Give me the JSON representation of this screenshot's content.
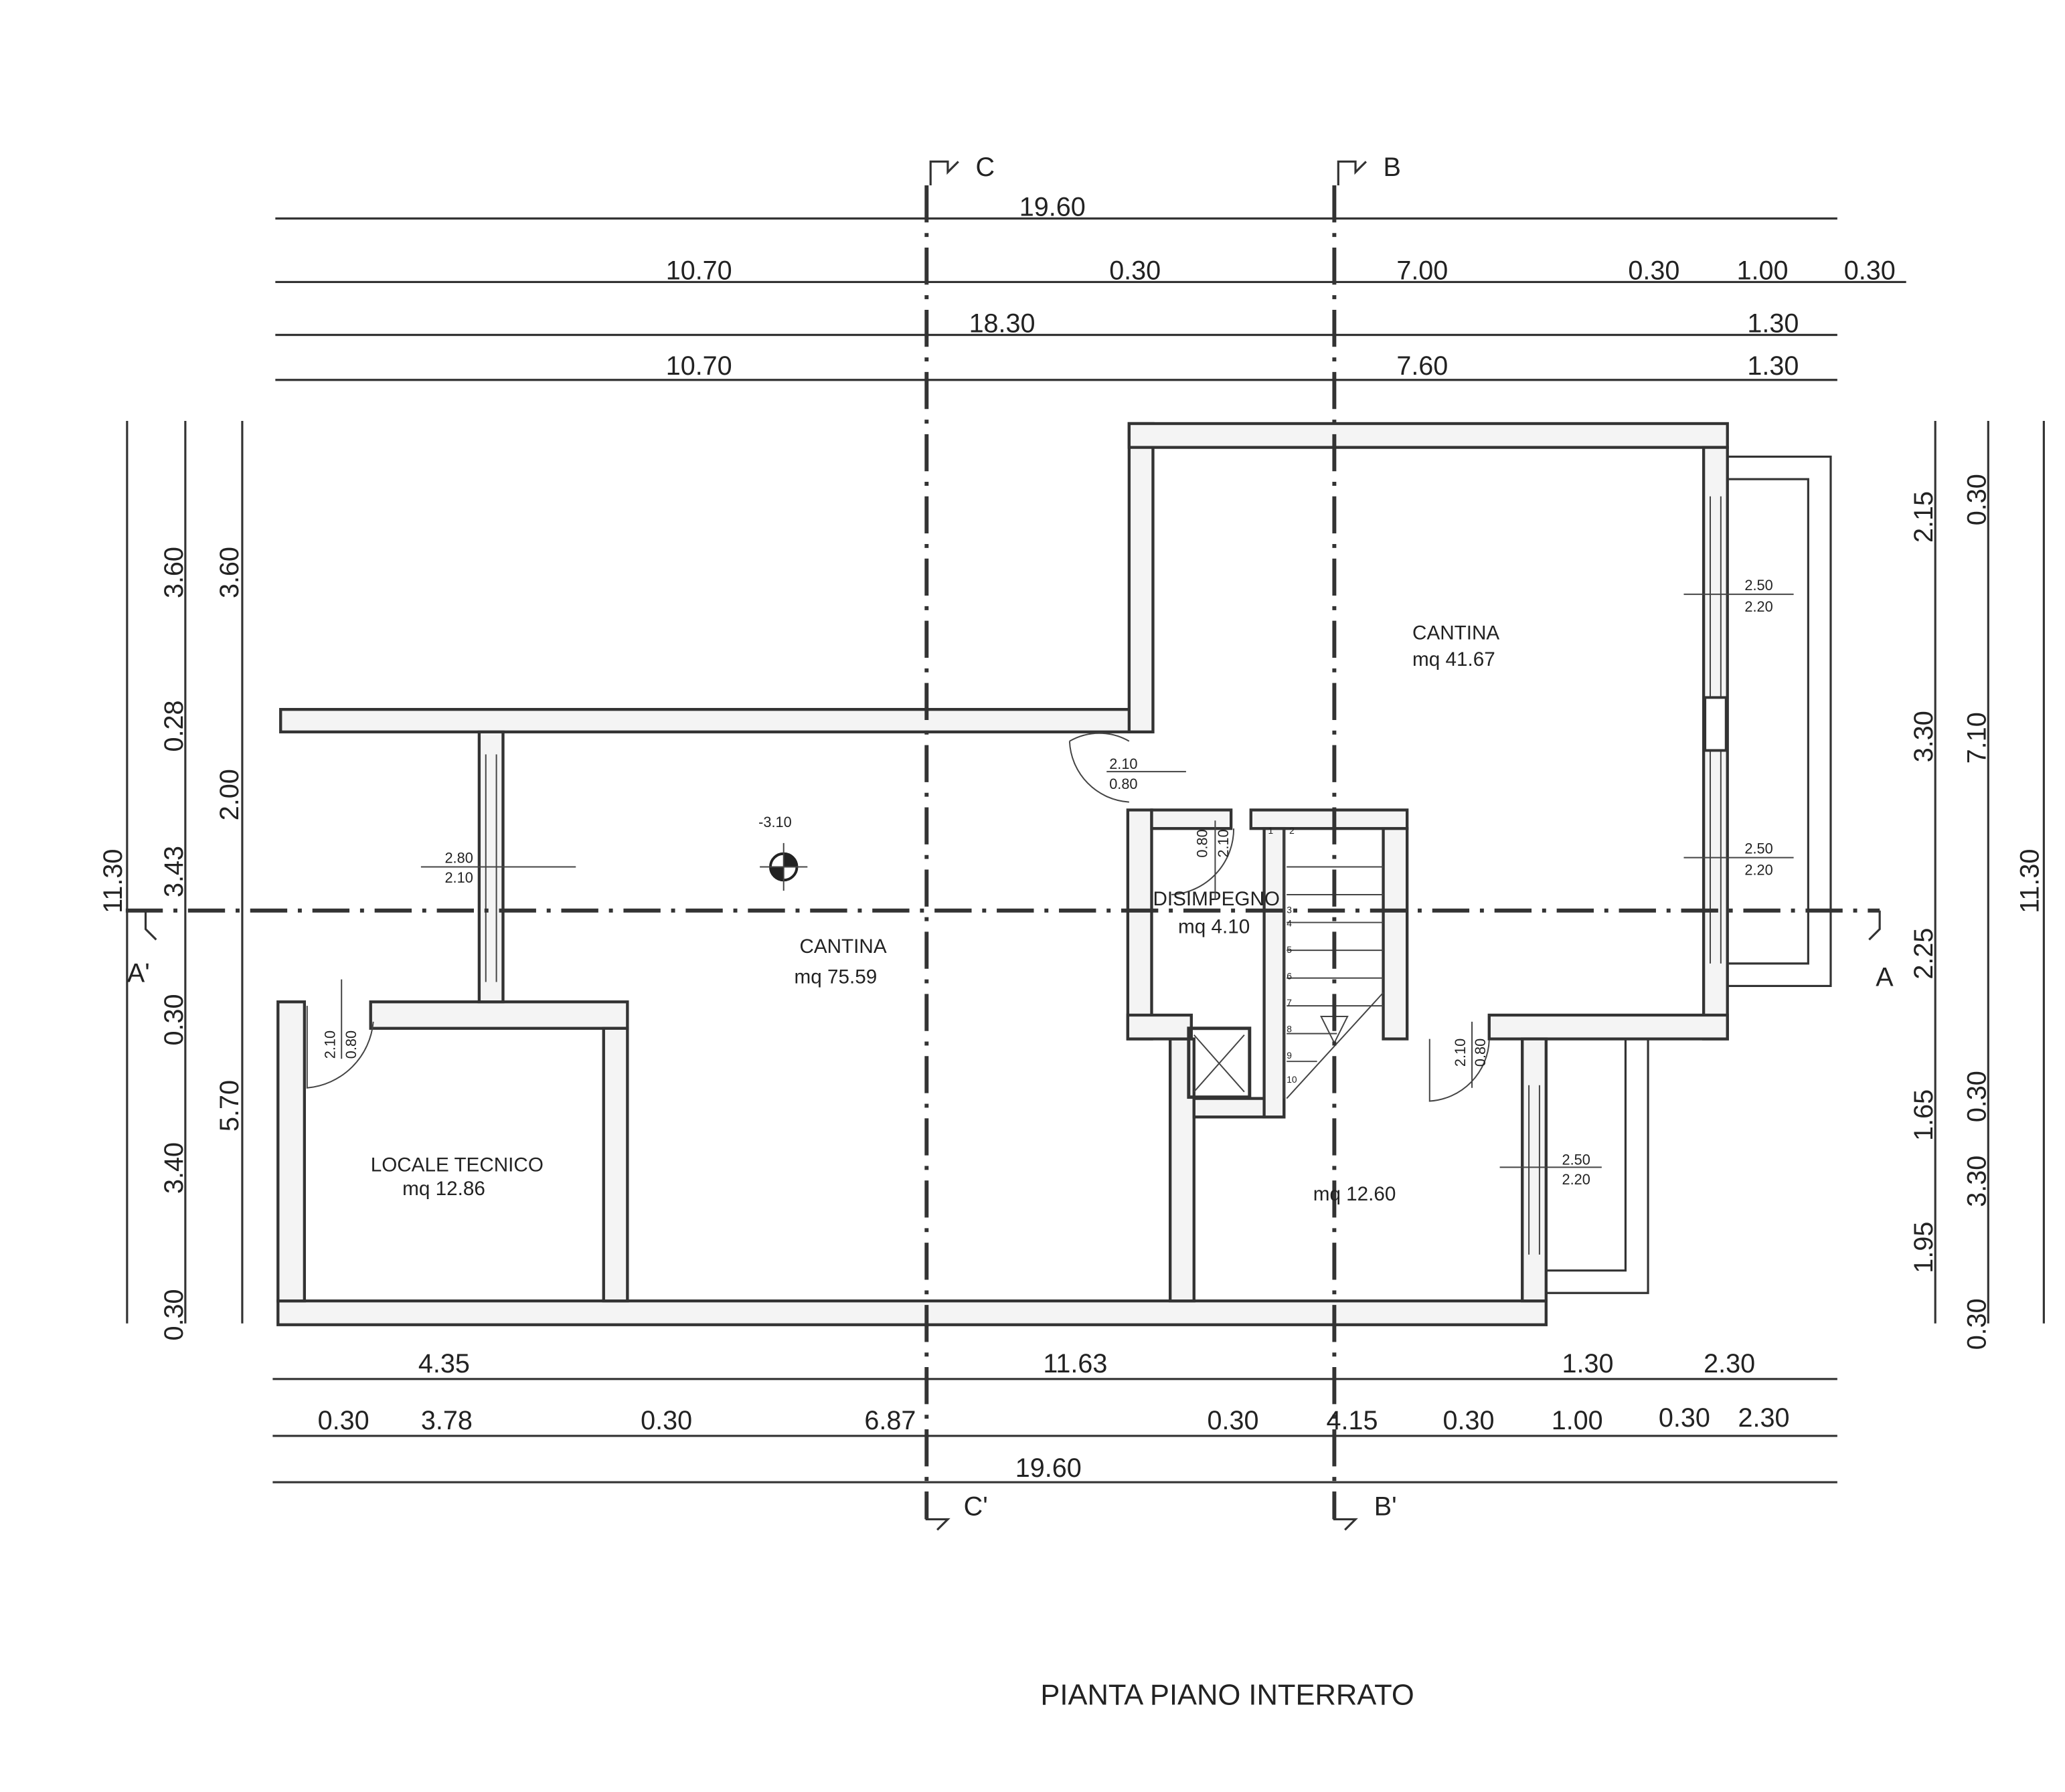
{
  "title": "PIANTA PIANO INTERRATO",
  "sections": {
    "c_top": "C",
    "b_top": "B",
    "c_bottom": "C'",
    "b_bottom": "B'",
    "a_left": "A'",
    "a_right": "A"
  },
  "rooms": [
    {
      "name": "CANTINA",
      "area": "mq 75.59"
    },
    {
      "name": "CANTINA",
      "area": "mq 41.67"
    },
    {
      "name": "DISIMPEGNO",
      "area": "mq 4.10"
    },
    {
      "name": "LOCALE TECNICO",
      "area": "mq  12.86"
    },
    {
      "name": "",
      "area": "mq  12.60"
    }
  ],
  "level_mark": "-3.10",
  "openings": [
    {
      "h": "2.80",
      "w": "2.10"
    },
    {
      "h": "2.10",
      "w": "0.80"
    },
    {
      "h": "0.80",
      "w": "2.10"
    },
    {
      "h": "2.10",
      "w": "0.80"
    },
    {
      "h": "2.10",
      "w": "0.80"
    },
    {
      "h": "2.50",
      "w": "2.20"
    },
    {
      "h": "2.50",
      "w": "2.20"
    },
    {
      "h": "2.50",
      "w": "2.20"
    }
  ],
  "stair_steps": [
    "1",
    "2",
    "3",
    "4",
    "5",
    "6",
    "7",
    "8",
    "9",
    "10"
  ],
  "dims_top": {
    "row1": [
      "19.60"
    ],
    "row2": [
      "10.70",
      "0.30",
      "7.00",
      "0.30",
      "1.00",
      "0.30"
    ],
    "row3": [
      "18.30",
      "1.30"
    ],
    "row4": [
      "10.70",
      "7.60",
      "1.30"
    ]
  },
  "dims_bottom": {
    "row1": [
      "4.35",
      "11.63",
      "1.30",
      "2.30"
    ],
    "row2": [
      "0.30",
      "3.78",
      "0.30",
      "6.87",
      "0.30",
      "4.15",
      "0.30",
      "1.00",
      "0.30",
      "2.30"
    ],
    "row3": [
      "19.60"
    ]
  },
  "dims_left": {
    "outer": [
      "11.30"
    ],
    "inner": [
      "3.60",
      "0.28",
      "3.43",
      "0.30",
      "3.40",
      "0.30"
    ],
    "mid": [
      "3.60",
      "2.00",
      "5.70"
    ]
  },
  "dims_right": {
    "inner": [
      "2.15",
      "3.30",
      "2.25",
      "1.65",
      "1.95"
    ],
    "mid": [
      "0.30",
      "7.10",
      "0.30",
      "3.30",
      "0.30"
    ],
    "outer": [
      "11.30"
    ]
  }
}
